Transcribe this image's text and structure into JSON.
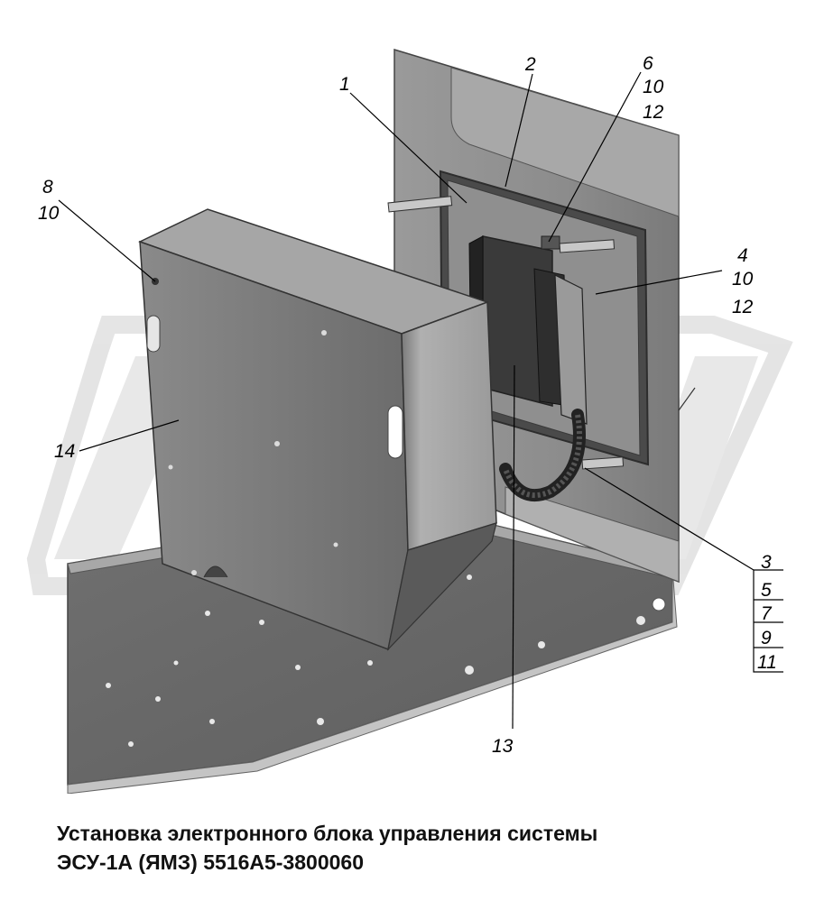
{
  "callouts": {
    "c1": "1",
    "c2": "2",
    "c6": [
      "6",
      "10",
      "12"
    ],
    "c8": [
      "8",
      "10"
    ],
    "c4": [
      "4",
      "10",
      "12"
    ],
    "c14": "14",
    "c13": "13",
    "c3": [
      "3",
      "5",
      "7",
      "9",
      "11"
    ]
  },
  "caption": {
    "line1": "Установка электронного блока управления системы",
    "line2": "ЭСУ-1А (ЯМЗ) 5516А5-3800060"
  },
  "colors": {
    "background": "#ffffff",
    "panel_light": "#b8b8b8",
    "panel_dark": "#6e6e6e",
    "ink": "#000000"
  }
}
